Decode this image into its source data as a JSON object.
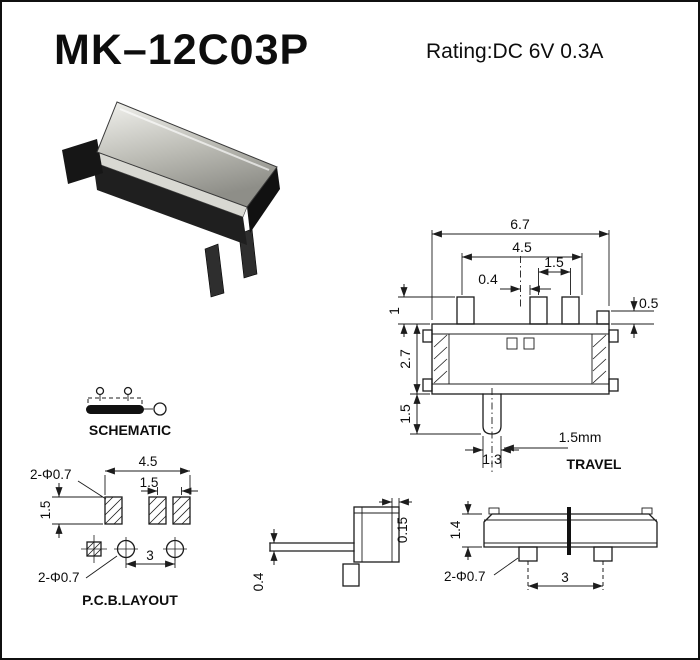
{
  "header": {
    "title": "MK–12C03P",
    "rating": "Rating:DC 6V 0.3A"
  },
  "front_view": {
    "dim_width_total": "6.7",
    "dim_width_inner": "4.5",
    "dim_knob_offset": "0.4",
    "dim_knob_pitch": "1.5",
    "dim_tab_height": "0.5",
    "dim_top_height": "1",
    "dim_body_height": "2.7",
    "dim_stem_length": "1.5",
    "dim_stem_width": "1.3",
    "travel_value": "1.5mm",
    "travel_label": "TRAVEL"
  },
  "schematic": {
    "label": "SCHEMATIC"
  },
  "pcb_layout": {
    "label": "P.C.B.LAYOUT",
    "dim_pad_span": "4.5",
    "dim_pad_pitch": "1.5",
    "dim_pad_height": "1.5",
    "dim_hole_pitch": "3",
    "hole_note_top": "2-Φ0.7",
    "hole_note_bottom": "2-Φ0.7"
  },
  "side_view": {
    "dim_plate_thickness": "0.15",
    "dim_pin_thickness": "0.4"
  },
  "top_view": {
    "dim_body_depth": "1.4",
    "hole_note": "2-Φ0.7",
    "dim_lug_pitch": "3"
  },
  "colors": {
    "ink": "#1c1c1c",
    "paper": "#ffffff",
    "metal_cover": "#c9c9c3",
    "plastic_body": "#1f1f1f"
  }
}
